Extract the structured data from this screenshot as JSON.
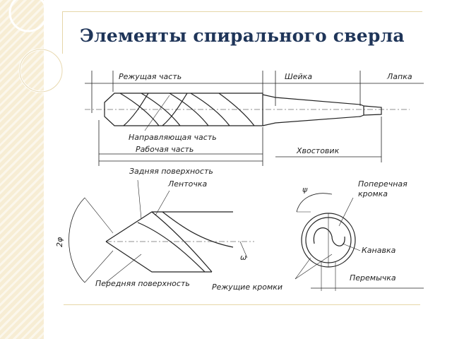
{
  "slide": {
    "title": "Элементы спирального сверла"
  },
  "labels": {
    "cutting_part": "Режущая часть",
    "neck": "Шейка",
    "tang": "Лапка",
    "guide_part": "Направляющая часть",
    "working_part": "Рабочая часть",
    "shank": "Хвостовик",
    "back_surface": "Задняя поверхность",
    "land": "Ленточка",
    "front_surface": "Передняя поверхность",
    "cutting_edges": "Режущие кромки",
    "angle_2phi": "2φ",
    "angle_omega": "ω",
    "angle_psi": "ψ",
    "transverse_edge_line1": "Поперечная",
    "transverse_edge_line2": "кромка",
    "flute": "Канавка",
    "web": "Перемычка"
  },
  "colors": {
    "title": "#1f3559",
    "accent_band": "#f7edd4",
    "rule": "#e6d6a8"
  }
}
